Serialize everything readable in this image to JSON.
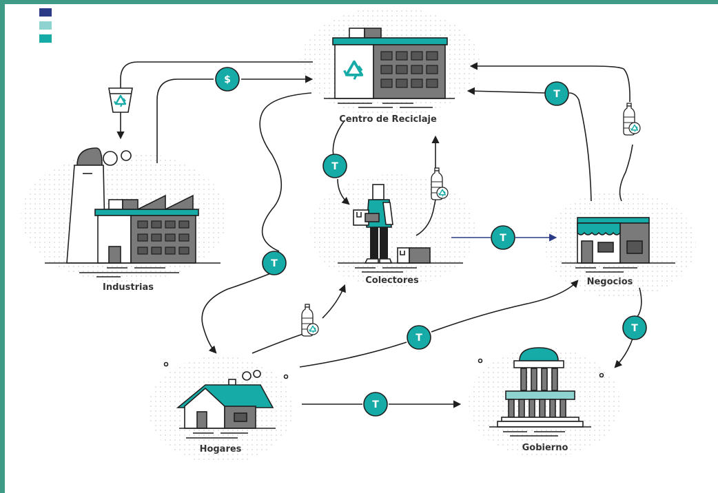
{
  "colors": {
    "frame": "#3f9a86",
    "teal": "#16aba6",
    "teal_light": "#8fd3d0",
    "navy": "#2a3a86",
    "gray": "#7a7a7a",
    "gray_dark": "#555555",
    "ink": "#1f1f1f",
    "dots": "#cfcfcf"
  },
  "legend": [
    {
      "color": "#2a3a86"
    },
    {
      "color": "#8fd3d0"
    },
    {
      "color": "#16aba6"
    }
  ],
  "nodes": {
    "centro": {
      "label": "Centro de Reciclaje"
    },
    "industrias": {
      "label": "Industrias"
    },
    "colectores": {
      "label": "Colectores"
    },
    "negocios": {
      "label": "Negocios"
    },
    "hogares": {
      "label": "Hogares"
    },
    "gobierno": {
      "label": "Gobierno"
    }
  },
  "tokens": {
    "money": "$",
    "tax": "T"
  },
  "icons": [
    "recycle-icon",
    "recycling-bin-icon",
    "plastic-bottle-icon",
    "dollar-coin-icon",
    "t-token-icon"
  ]
}
